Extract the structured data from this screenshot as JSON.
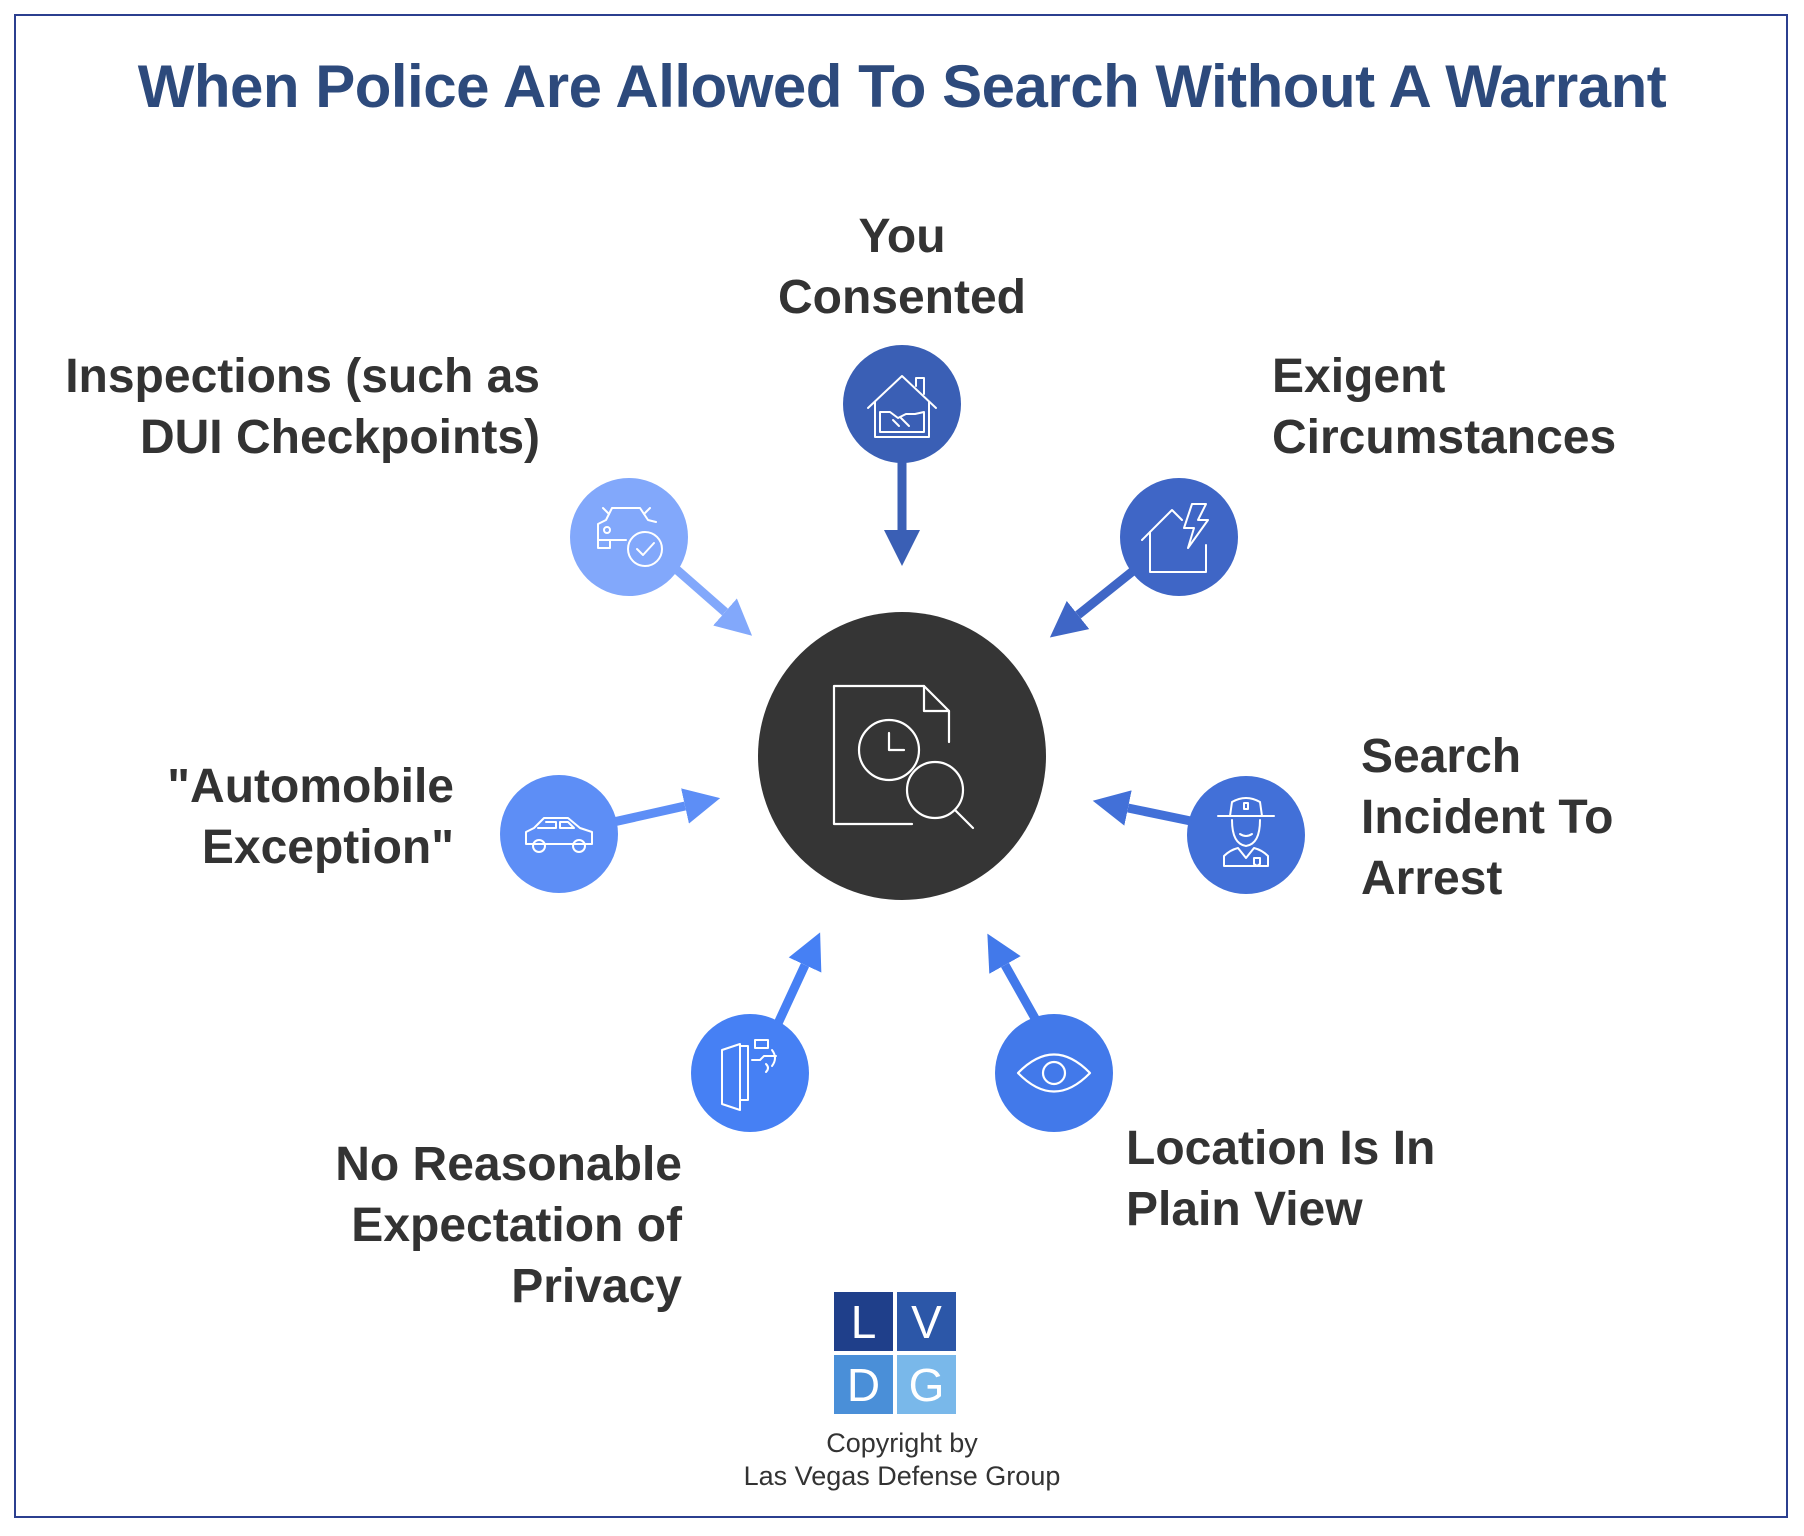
{
  "title": "When Police Are Allowed To Search Without A Warrant",
  "center": {
    "icon": "document-clock-search-icon"
  },
  "items": [
    {
      "label": "You Consented",
      "icon": "house-handshake-icon",
      "color": "#3a5fb5"
    },
    {
      "label": "Exigent Circumstances",
      "icon": "house-lightning-icon",
      "color": "#3f66c6"
    },
    {
      "label": "Search Incident To Arrest",
      "icon": "police-officer-icon",
      "color": "#4270d8"
    },
    {
      "label": "Location Is In Plain View",
      "icon": "eye-icon",
      "color": "#4279ea"
    },
    {
      "label": "No Reasonable Expectation of Privacy",
      "icon": "door-sensor-icon",
      "color": "#4680f4"
    },
    {
      "label": "\"Automobile Exception\"",
      "icon": "car-icon",
      "color": "#5d8ef6"
    },
    {
      "label": "Inspections (such as DUI Checkpoints)",
      "icon": "car-check-icon",
      "color": "#82a8fb"
    }
  ],
  "logo": {
    "letters": [
      "L",
      "V",
      "D",
      "G"
    ],
    "colors": [
      "#1f3f8a",
      "#2c57a8",
      "#4a8fd8",
      "#79b8ea"
    ]
  },
  "copyright": {
    "line1": "Copyright by",
    "line2": "Las Vegas Defense Group"
  }
}
